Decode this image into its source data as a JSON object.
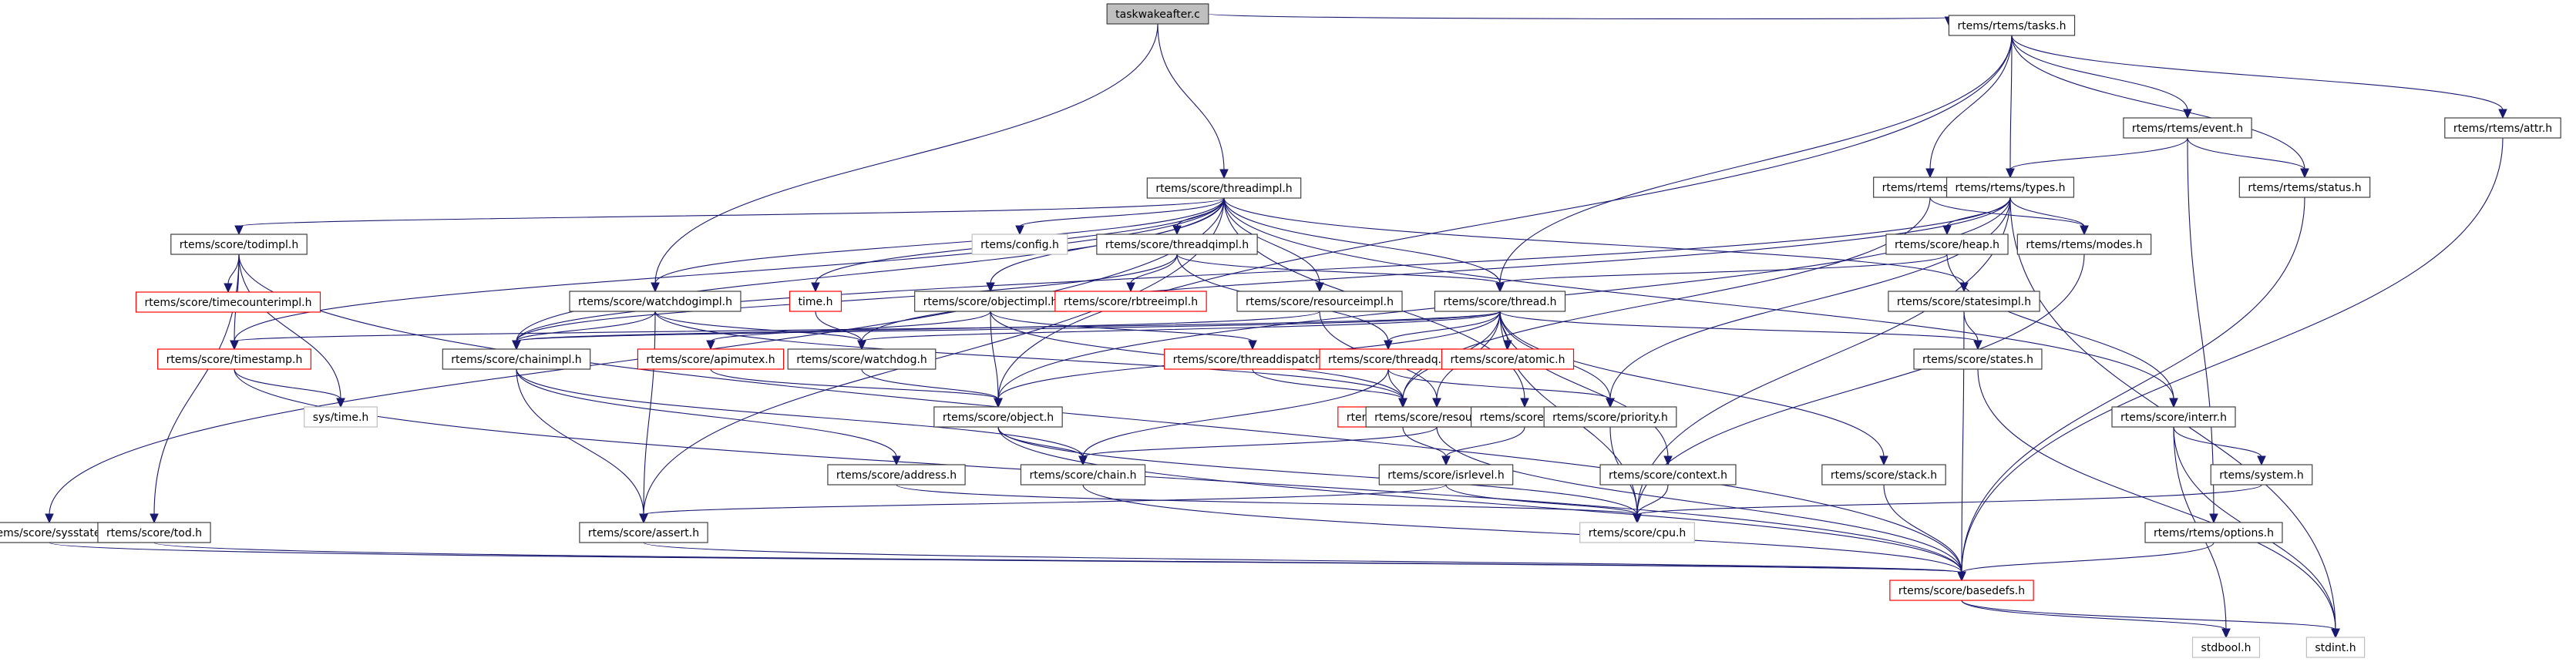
{
  "title": "taskwakeafter.c include dependency graph",
  "colors": {
    "edge": "#191970",
    "root_fill": "#bfbfbf",
    "root_stroke": "#404040",
    "normal_stroke": "#404040",
    "truncated_stroke": "#ff0000",
    "missing_stroke": "#bfbfbf"
  },
  "nodes": [
    {
      "id": "root",
      "label": "taskwakeafter.c",
      "kind": "root"
    },
    {
      "id": "tasks",
      "label": "rtems/rtems/tasks.h",
      "kind": "normal"
    },
    {
      "id": "threadimpl",
      "label": "rtems/score/threadimpl.h",
      "kind": "normal"
    },
    {
      "id": "attr",
      "label": "rtems/rtems/attr.h",
      "kind": "normal"
    },
    {
      "id": "event",
      "label": "rtems/rtems/event.h",
      "kind": "normal"
    },
    {
      "id": "asr",
      "label": "rtems/rtems/asr.h",
      "kind": "normal"
    },
    {
      "id": "types",
      "label": "rtems/rtems/types.h",
      "kind": "normal"
    },
    {
      "id": "status",
      "label": "rtems/rtems/status.h",
      "kind": "normal"
    },
    {
      "id": "todimpl",
      "label": "rtems/score/todimpl.h",
      "kind": "normal"
    },
    {
      "id": "config",
      "label": "rtems/config.h",
      "kind": "missing"
    },
    {
      "id": "threadqimpl",
      "label": "rtems/score/threadqimpl.h",
      "kind": "normal"
    },
    {
      "id": "heap",
      "label": "rtems/score/heap.h",
      "kind": "normal"
    },
    {
      "id": "modes",
      "label": "rtems/rtems/modes.h",
      "kind": "normal"
    },
    {
      "id": "timecounterimpl",
      "label": "rtems/score/timecounterimpl.h",
      "kind": "truncated"
    },
    {
      "id": "watchdogimpl",
      "label": "rtems/score/watchdogimpl.h",
      "kind": "normal"
    },
    {
      "id": "timeh",
      "label": "time.h",
      "kind": "truncated"
    },
    {
      "id": "objectimpl",
      "label": "rtems/score/objectimpl.h",
      "kind": "normal"
    },
    {
      "id": "rbtreeimpl",
      "label": "rtems/score/rbtreeimpl.h",
      "kind": "truncated"
    },
    {
      "id": "resourceimpl",
      "label": "rtems/score/resourceimpl.h",
      "kind": "normal"
    },
    {
      "id": "thread",
      "label": "rtems/score/thread.h",
      "kind": "normal"
    },
    {
      "id": "statesimpl",
      "label": "rtems/score/statesimpl.h",
      "kind": "normal"
    },
    {
      "id": "timestamp",
      "label": "rtems/score/timestamp.h",
      "kind": "truncated"
    },
    {
      "id": "chainimpl",
      "label": "rtems/score/chainimpl.h",
      "kind": "normal"
    },
    {
      "id": "apimutex",
      "label": "rtems/score/apimutex.h",
      "kind": "truncated"
    },
    {
      "id": "watchdog",
      "label": "rtems/score/watchdog.h",
      "kind": "normal"
    },
    {
      "id": "threaddispatch",
      "label": "rtems/score/threaddispatch.h",
      "kind": "truncated"
    },
    {
      "id": "threadq",
      "label": "rtems/score/threadq.h",
      "kind": "truncated"
    },
    {
      "id": "atomic",
      "label": "rtems/score/atomic.h",
      "kind": "truncated"
    },
    {
      "id": "states",
      "label": "rtems/score/states.h",
      "kind": "normal"
    },
    {
      "id": "systime",
      "label": "sys/time.h",
      "kind": "missing"
    },
    {
      "id": "object",
      "label": "rtems/score/object.h",
      "kind": "normal"
    },
    {
      "id": "isrlock",
      "label": "rtems/score/isrlock.h",
      "kind": "truncated"
    },
    {
      "id": "resource",
      "label": "rtems/score/resource.h",
      "kind": "normal"
    },
    {
      "id": "isr",
      "label": "rtems/score/isr.h",
      "kind": "normal"
    },
    {
      "id": "priority",
      "label": "rtems/score/priority.h",
      "kind": "normal"
    },
    {
      "id": "interr",
      "label": "rtems/score/interr.h",
      "kind": "normal"
    },
    {
      "id": "address",
      "label": "rtems/score/address.h",
      "kind": "normal"
    },
    {
      "id": "chain",
      "label": "rtems/score/chain.h",
      "kind": "normal"
    },
    {
      "id": "isrlevel",
      "label": "rtems/score/isrlevel.h",
      "kind": "normal"
    },
    {
      "id": "context",
      "label": "rtems/score/context.h",
      "kind": "normal"
    },
    {
      "id": "stack",
      "label": "rtems/score/stack.h",
      "kind": "normal"
    },
    {
      "id": "system",
      "label": "rtems/system.h",
      "kind": "normal"
    },
    {
      "id": "sysstate",
      "label": "rtems/score/sysstate.h",
      "kind": "normal"
    },
    {
      "id": "tod",
      "label": "rtems/score/tod.h",
      "kind": "normal"
    },
    {
      "id": "assert",
      "label": "rtems/score/assert.h",
      "kind": "normal"
    },
    {
      "id": "cpu",
      "label": "rtems/score/cpu.h",
      "kind": "missing"
    },
    {
      "id": "options",
      "label": "rtems/rtems/options.h",
      "kind": "normal"
    },
    {
      "id": "basedefs",
      "label": "rtems/score/basedefs.h",
      "kind": "truncated"
    },
    {
      "id": "stdbool",
      "label": "stdbool.h",
      "kind": "missing"
    },
    {
      "id": "stdint",
      "label": "stdint.h",
      "kind": "missing"
    }
  ],
  "edges": [
    [
      "root",
      "tasks"
    ],
    [
      "root",
      "threadimpl"
    ],
    [
      "root",
      "watchdogimpl"
    ],
    [
      "tasks",
      "attr"
    ],
    [
      "tasks",
      "event"
    ],
    [
      "tasks",
      "asr"
    ],
    [
      "tasks",
      "types"
    ],
    [
      "tasks",
      "status"
    ],
    [
      "tasks",
      "thread"
    ],
    [
      "tasks",
      "object"
    ],
    [
      "attr",
      "basedefs"
    ],
    [
      "event",
      "types"
    ],
    [
      "event",
      "status"
    ],
    [
      "event",
      "options"
    ],
    [
      "asr",
      "modes"
    ],
    [
      "asr",
      "isrlock"
    ],
    [
      "types",
      "heap"
    ],
    [
      "types",
      "modes"
    ],
    [
      "types",
      "object"
    ],
    [
      "types",
      "priority"
    ],
    [
      "types",
      "watchdog"
    ],
    [
      "types",
      "cpu"
    ],
    [
      "types",
      "stdint"
    ],
    [
      "types",
      "chainimpl"
    ],
    [
      "status",
      "basedefs"
    ],
    [
      "modes",
      "cpu"
    ],
    [
      "heap",
      "thread"
    ],
    [
      "heap",
      "interr"
    ],
    [
      "threadimpl",
      "todimpl"
    ],
    [
      "threadimpl",
      "config"
    ],
    [
      "threadimpl",
      "threadqimpl"
    ],
    [
      "threadimpl",
      "objectimpl"
    ],
    [
      "threadimpl",
      "resourceimpl"
    ],
    [
      "threadimpl",
      "thread"
    ],
    [
      "threadimpl",
      "statesimpl"
    ],
    [
      "threadimpl",
      "chainimpl"
    ],
    [
      "threadimpl",
      "sysstate"
    ],
    [
      "threadimpl",
      "assert"
    ],
    [
      "threadimpl",
      "watchdogimpl"
    ],
    [
      "threadimpl",
      "timestamp"
    ],
    [
      "threadimpl",
      "interr"
    ],
    [
      "threadimpl",
      "isr"
    ],
    [
      "threadimpl",
      "timeh"
    ],
    [
      "todimpl",
      "timecounterimpl"
    ],
    [
      "todimpl",
      "timestamp"
    ],
    [
      "todimpl",
      "systime"
    ],
    [
      "todimpl",
      "tod"
    ],
    [
      "todimpl",
      "basedefs"
    ],
    [
      "threadqimpl",
      "rbtreeimpl"
    ],
    [
      "threadqimpl",
      "threadq"
    ],
    [
      "threadqimpl",
      "chainimpl"
    ],
    [
      "threadqimpl",
      "thread"
    ],
    [
      "watchdogimpl",
      "chainimpl"
    ],
    [
      "watchdogimpl",
      "watchdog"
    ],
    [
      "watchdogimpl",
      "assert"
    ],
    [
      "watchdogimpl",
      "isrlock"
    ],
    [
      "timeh",
      "watchdog"
    ],
    [
      "objectimpl",
      "apimutex"
    ],
    [
      "objectimpl",
      "object"
    ],
    [
      "objectimpl",
      "threaddispatch"
    ],
    [
      "objectimpl",
      "isrlock"
    ],
    [
      "resourceimpl",
      "resource"
    ],
    [
      "resourceimpl",
      "chainimpl"
    ],
    [
      "thread",
      "threadq"
    ],
    [
      "thread",
      "atomic"
    ],
    [
      "thread",
      "chainimpl"
    ],
    [
      "thread",
      "object"
    ],
    [
      "thread",
      "isrlock"
    ],
    [
      "thread",
      "priority"
    ],
    [
      "thread",
      "resource"
    ],
    [
      "thread",
      "context"
    ],
    [
      "thread",
      "stack"
    ],
    [
      "thread",
      "states"
    ],
    [
      "thread",
      "watchdog"
    ],
    [
      "thread",
      "timestamp"
    ],
    [
      "thread",
      "cpu"
    ],
    [
      "statesimpl",
      "states"
    ],
    [
      "statesimpl",
      "basedefs"
    ],
    [
      "timestamp",
      "systime"
    ],
    [
      "timestamp",
      "basedefs"
    ],
    [
      "chainimpl",
      "chain"
    ],
    [
      "chainimpl",
      "address"
    ],
    [
      "chainimpl",
      "assert"
    ],
    [
      "apimutex",
      "object"
    ],
    [
      "watchdog",
      "object"
    ],
    [
      "threaddispatch",
      "isrlock"
    ],
    [
      "threadq",
      "isrlock"
    ],
    [
      "threadq",
      "priority"
    ],
    [
      "threadq",
      "chain"
    ],
    [
      "states",
      "stdint"
    ],
    [
      "object",
      "chain"
    ],
    [
      "object",
      "cpu"
    ],
    [
      "object",
      "basedefs"
    ],
    [
      "isrlock",
      "isrlevel"
    ],
    [
      "resource",
      "chain"
    ],
    [
      "resource",
      "basedefs"
    ],
    [
      "isr",
      "isrlevel"
    ],
    [
      "priority",
      "cpu"
    ],
    [
      "interr",
      "system"
    ],
    [
      "interr",
      "stdbool"
    ],
    [
      "interr",
      "stdint"
    ],
    [
      "address",
      "cpu"
    ],
    [
      "chain",
      "basedefs"
    ],
    [
      "isrlevel",
      "cpu"
    ],
    [
      "isrlevel",
      "assert"
    ],
    [
      "context",
      "cpu"
    ],
    [
      "stack",
      "basedefs"
    ],
    [
      "system",
      "cpu"
    ],
    [
      "sysstate",
      "basedefs"
    ],
    [
      "tod",
      "basedefs"
    ],
    [
      "assert",
      "basedefs"
    ],
    [
      "options",
      "basedefs"
    ],
    [
      "basedefs",
      "stdbool"
    ],
    [
      "basedefs",
      "stdint"
    ]
  ]
}
